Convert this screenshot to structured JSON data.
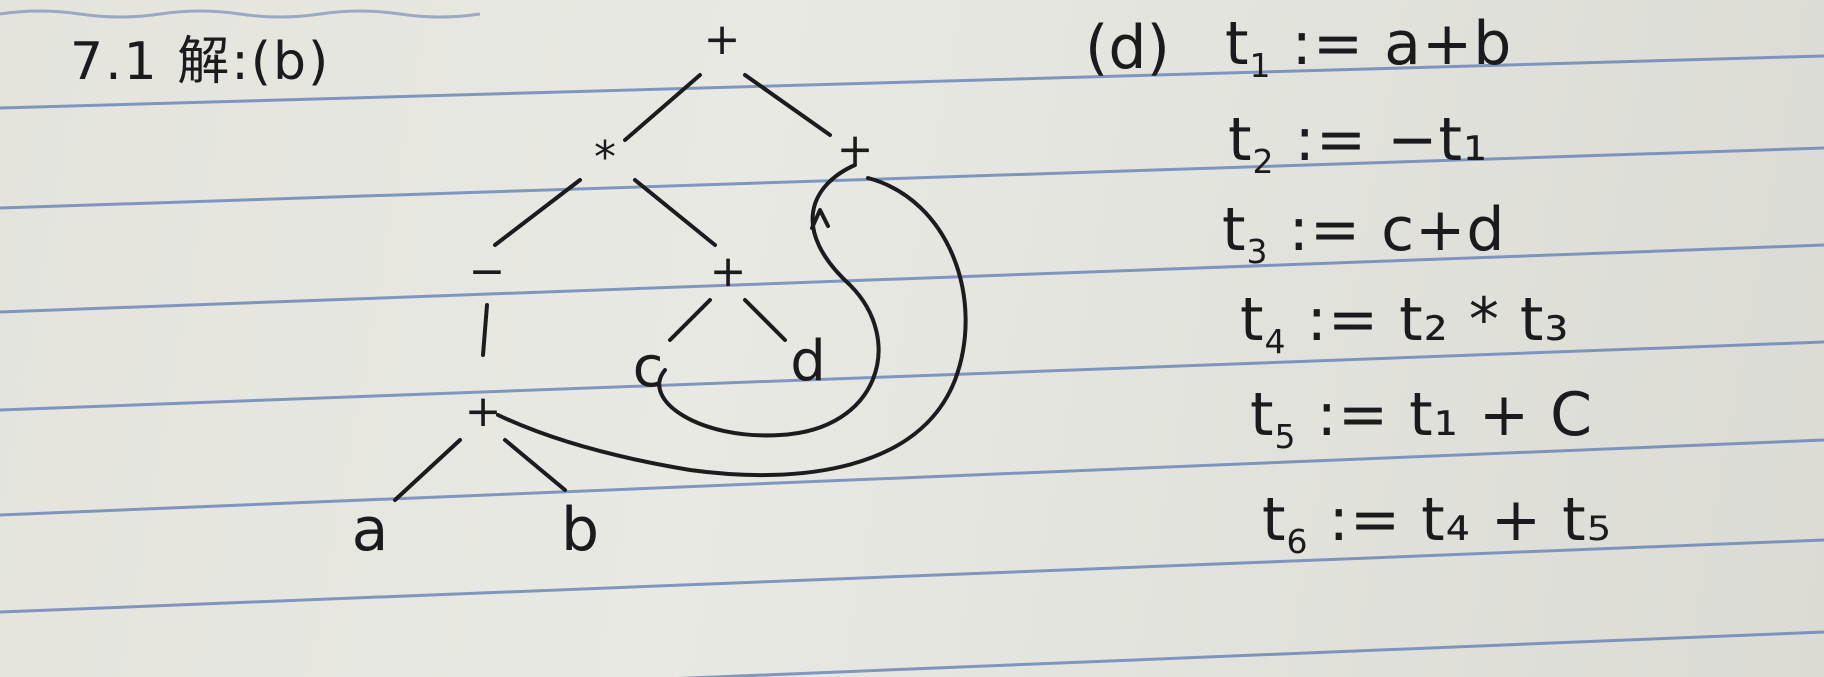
{
  "heading": "7.1 解:(b)",
  "tree": {
    "nodes": {
      "root": "+",
      "mul": "*",
      "plus_right": "+",
      "neg": "−",
      "plus_cd": "+",
      "c": "c",
      "d": "d",
      "plus_ab": "+",
      "a": "a",
      "b": "b"
    }
  },
  "part_label": "(d)",
  "code": [
    {
      "lhs": "t",
      "lhs_sub": "1",
      "rhs": ":= a+b"
    },
    {
      "lhs": "t",
      "lhs_sub": "2",
      "rhs": ":= −t₁"
    },
    {
      "lhs": "t",
      "lhs_sub": "3",
      "rhs": ":= c+d"
    },
    {
      "lhs": "t",
      "lhs_sub": "4",
      "rhs": ":= t₂ * t₃"
    },
    {
      "lhs": "t",
      "lhs_sub": "5",
      "rhs": ":= t₁ + C"
    },
    {
      "lhs": "t",
      "lhs_sub": "6",
      "rhs": ":= t₄ + t₅"
    }
  ]
}
